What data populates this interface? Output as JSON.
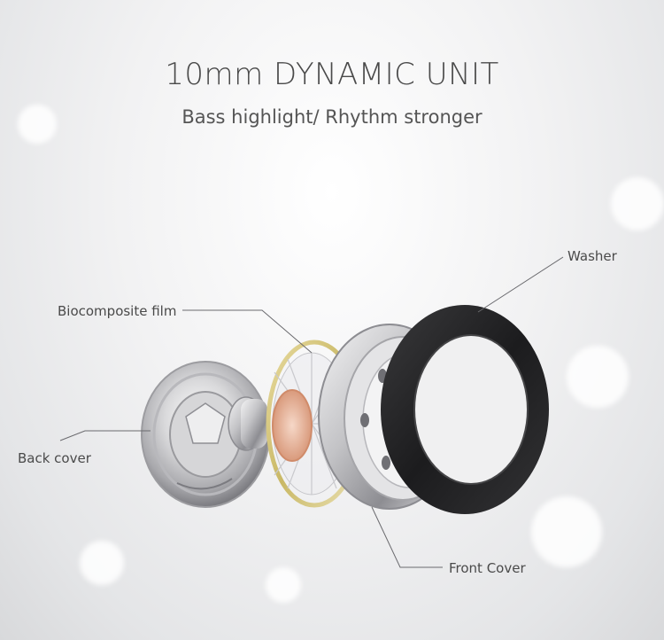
{
  "header": {
    "title": "10mm DYNAMIC UNIT",
    "subtitle": "Bass highlight/ Rhythm stronger"
  },
  "parts": {
    "washer": "Washer",
    "biocomposite_film": "Biocomposite film",
    "back_cover": "Back cover",
    "front_cover": "Front Cover"
  }
}
